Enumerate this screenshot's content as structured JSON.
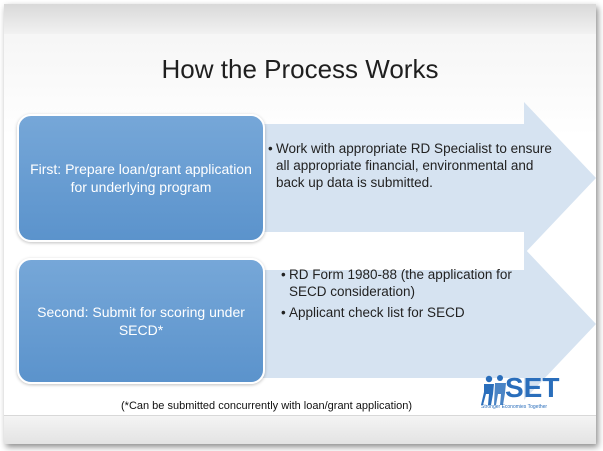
{
  "slide": {
    "title": "How the Process Works",
    "steps": [
      {
        "box_label": "First:  Prepare loan/grant application for underlying program",
        "bullets": [
          "Work with appropriate RD Specialist to ensure all appropriate financial, environmental and back up data is submitted."
        ]
      },
      {
        "box_label": "Second:  Submit for scoring under SECD*",
        "bullets": [
          "RD Form 1980-88 (the application for SECD consideration)",
          "Applicant check list for SECD"
        ]
      }
    ],
    "footnote": "(*Can be submitted concurrently with loan/grant application)",
    "logo": {
      "text": "SET",
      "tagline": "Stronger Economies Together",
      "icon": "people-figures-icon"
    },
    "colors": {
      "box": "#5b93cc",
      "arrow": "#d6e3f1",
      "logo": "#2a6ebb"
    }
  }
}
